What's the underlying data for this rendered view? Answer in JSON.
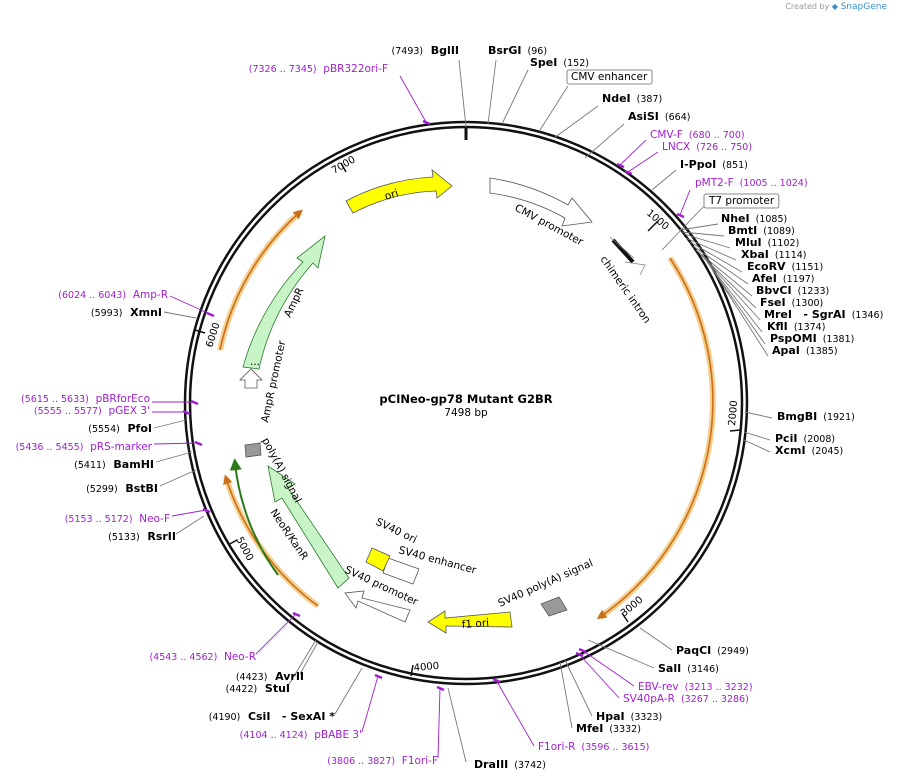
{
  "credit": {
    "prefix": "Created by",
    "brand": "SnapGene"
  },
  "plasmid": {
    "name": "pCINeo-gp78 Mutant G2BR",
    "length": "7498 bp"
  },
  "ticks": [
    "1000",
    "2000",
    "3000",
    "4000",
    "5000",
    "6000",
    "7000"
  ],
  "features": {
    "ori": "ori",
    "cmv_promoter": "CMV promoter",
    "chimeric_intron": "chimeric intron",
    "f1_ori": "f1 ori",
    "sv40_polya": "SV40 poly(A) signal",
    "sv40_promoter": "SV40 promoter",
    "sv40_enhancer": "SV40 enhancer",
    "sv40_ori": "SV40 ori",
    "neo_kanr": "NeoR/KanR",
    "polya_signal": "poly(A) signal",
    "ampr": "AmpR",
    "ampr_promoter": "AmpR promoter",
    "ampr_ellipsis": "..."
  },
  "sites": [
    {
      "kind": "enzyme",
      "name": "BglII",
      "pos": "(7493)",
      "side": "left"
    },
    {
      "kind": "enzyme",
      "name": "BsrGI",
      "pos": "(96)",
      "side": "right"
    },
    {
      "kind": "enzyme",
      "name": "SpeI",
      "pos": "(152)",
      "side": "right"
    },
    {
      "kind": "feature",
      "name": "CMV enhancer",
      "side": "right"
    },
    {
      "kind": "enzyme",
      "name": "NdeI",
      "pos": "(387)",
      "side": "right"
    },
    {
      "kind": "enzyme",
      "name": "AsiSI",
      "pos": "(664)",
      "side": "right"
    },
    {
      "kind": "primer",
      "name": "CMV-F",
      "pos": "(680 .. 700)",
      "side": "right"
    },
    {
      "kind": "primer",
      "name": "LNCX",
      "pos": "(726 .. 750)",
      "side": "right"
    },
    {
      "kind": "enzyme",
      "name": "I-PpoI",
      "pos": "(851)",
      "side": "right"
    },
    {
      "kind": "primer",
      "name": "pMT2-F",
      "pos": "(1005 .. 1024)",
      "side": "right"
    },
    {
      "kind": "feature",
      "name": "T7 promoter",
      "side": "right"
    },
    {
      "kind": "enzyme",
      "name": "NheI",
      "pos": "(1085)",
      "side": "right"
    },
    {
      "kind": "enzyme",
      "name": "BmtI",
      "pos": "(1089)",
      "side": "right"
    },
    {
      "kind": "enzyme",
      "name": "MluI",
      "pos": "(1102)",
      "side": "right"
    },
    {
      "kind": "enzyme",
      "name": "XbaI",
      "pos": "(1114)",
      "side": "right"
    },
    {
      "kind": "enzyme",
      "name": "EcoRV",
      "pos": "(1151)",
      "side": "right"
    },
    {
      "kind": "enzyme",
      "name": "AfeI",
      "pos": "(1197)",
      "side": "right"
    },
    {
      "kind": "enzyme",
      "name": "BbvCI",
      "pos": "(1233)",
      "side": "right"
    },
    {
      "kind": "enzyme",
      "name": "FseI",
      "pos": "(1300)",
      "side": "right"
    },
    {
      "kind": "enzyme",
      "name": "MreI",
      "name2": " - SgrAI",
      "pos": "(1346)",
      "side": "right"
    },
    {
      "kind": "enzyme",
      "name": "KflI",
      "pos": "(1374)",
      "side": "right"
    },
    {
      "kind": "enzyme",
      "name": "PspOMI",
      "pos": "(1381)",
      "side": "right"
    },
    {
      "kind": "enzyme",
      "name": "ApaI",
      "pos": "(1385)",
      "side": "right"
    },
    {
      "kind": "enzyme",
      "name": "BmgBI",
      "pos": "(1921)",
      "side": "right"
    },
    {
      "kind": "enzyme",
      "name": "PciI",
      "pos": "(2008)",
      "side": "right"
    },
    {
      "kind": "enzyme",
      "name": "XcmI",
      "pos": "(2045)",
      "side": "right"
    },
    {
      "kind": "enzyme",
      "name": "PaqCI",
      "pos": "(2949)",
      "side": "right"
    },
    {
      "kind": "enzyme",
      "name": "SalI",
      "pos": "(3146)",
      "side": "right"
    },
    {
      "kind": "primer",
      "name": "EBV-rev",
      "pos": "(3213 .. 3232)",
      "side": "right"
    },
    {
      "kind": "primer",
      "name": "SV40pA-R",
      "pos": "(3267 .. 3286)",
      "side": "right"
    },
    {
      "kind": "enzyme",
      "name": "HpaI",
      "pos": "(3323)",
      "side": "right"
    },
    {
      "kind": "enzyme",
      "name": "MfeI",
      "pos": "(3332)",
      "side": "right"
    },
    {
      "kind": "primer",
      "name": "F1ori-R",
      "pos": "(3596 .. 3615)",
      "side": "right"
    },
    {
      "kind": "enzyme",
      "name": "DraIII",
      "pos": "(3742)",
      "side": "right"
    },
    {
      "kind": "primer",
      "name": "F1ori-F",
      "pos": "(3806 .. 3827)",
      "side": "left"
    },
    {
      "kind": "primer",
      "name": "pBABE 3'",
      "pos": "(4104 .. 4124)",
      "side": "left"
    },
    {
      "kind": "enzyme",
      "name": "CsiI",
      "name2": " - SexAI *",
      "pos": "(4190)",
      "side": "left"
    },
    {
      "kind": "enzyme",
      "name": "StuI",
      "pos": "(4422)",
      "side": "left"
    },
    {
      "kind": "enzyme",
      "name": "AvrII",
      "pos": "(4423)",
      "side": "left"
    },
    {
      "kind": "primer",
      "name": "Neo-R",
      "pos": "(4543 .. 4562)",
      "side": "left"
    },
    {
      "kind": "enzyme",
      "name": "RsrII",
      "pos": "(5133)",
      "side": "left"
    },
    {
      "kind": "primer",
      "name": "Neo-F",
      "pos": "(5153 .. 5172)",
      "side": "left"
    },
    {
      "kind": "enzyme",
      "name": "BstBI",
      "pos": "(5299)",
      "side": "left"
    },
    {
      "kind": "enzyme",
      "name": "BamHI",
      "pos": "(5411)",
      "side": "left"
    },
    {
      "kind": "primer",
      "name": "pRS-marker",
      "pos": "(5436 .. 5455)",
      "side": "left"
    },
    {
      "kind": "enzyme",
      "name": "PfoI",
      "pos": "(5554)",
      "side": "left"
    },
    {
      "kind": "primer",
      "name": "pGEX 3'",
      "pos": "(5555 .. 5577)",
      "side": "left"
    },
    {
      "kind": "primer",
      "name": "pBRforEco",
      "pos": "(5615 .. 5633)",
      "side": "left"
    },
    {
      "kind": "enzyme",
      "name": "XmnI",
      "pos": "(5993)",
      "side": "left"
    },
    {
      "kind": "primer",
      "name": "Amp-R",
      "pos": "(6024 .. 6043)",
      "side": "left"
    },
    {
      "kind": "primer",
      "name": "pBR322ori-F",
      "pos": "(7326 .. 7345)",
      "side": "left"
    }
  ]
}
